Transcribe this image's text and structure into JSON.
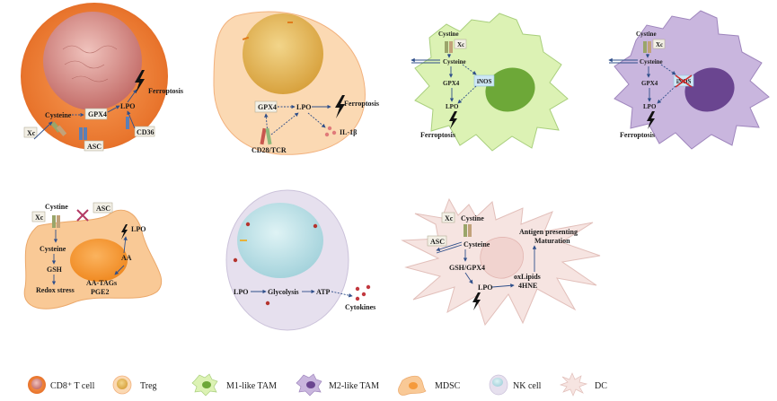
{
  "cd8": {
    "cysteine": "Cysteine",
    "gpx4": "GPX4",
    "lpo": "LPO",
    "ferroptosis": "Ferroptosis",
    "xc": "Xc",
    "asc": "ASC",
    "cd36": "CD36"
  },
  "treg": {
    "gpx4": "GPX4",
    "lpo": "LPO",
    "ferroptosis": "Ferroptosis",
    "il1b": "IL-1β",
    "cd28tcr": "CD28/TCR"
  },
  "m1": {
    "cystine": "Cystine",
    "xc": "Xc",
    "cysteine": "Cysteine",
    "gpx4": "GPX4",
    "inos": "iNOS",
    "lpo": "LPO",
    "ferroptosis": "Ferroptosis"
  },
  "m2": {
    "cystine": "Cystine",
    "xc": "Xc",
    "cysteine": "Cysteine",
    "gpx4": "GPX4",
    "inos": "iNOS",
    "lpo": "LPO",
    "ferroptosis": "Ferroptosis"
  },
  "mdsc": {
    "cystine": "Cystine",
    "xc": "Xc",
    "asc": "ASC",
    "lpo": "LPO",
    "cysteine": "Cysteine",
    "aa": "AA",
    "gsh": "GSH",
    "aatags": "AA-TAGs",
    "pge2": "PGE2",
    "redox": "Redox stress"
  },
  "nk": {
    "lpo": "LPO",
    "glycolysis": "Glycolysis",
    "atp": "ATP",
    "cytokines": "Cytokines"
  },
  "dc": {
    "xc": "Xc",
    "cystine": "Cystine",
    "asc": "ASC",
    "cysteine": "Cysteine",
    "antigen1": "Antigen presenting",
    "antigen2": "Maturation",
    "gshgpx4": "GSH/GPX4",
    "oxlipids": "oxLipids",
    "hne": "4HNE",
    "lpo": "LPO"
  },
  "legend": {
    "items": [
      {
        "label": "CD8⁺ T cell",
        "icon": "cd8-t-cell-icon"
      },
      {
        "label": "Treg",
        "icon": "treg-icon"
      },
      {
        "label": "M1-like TAM",
        "icon": "m1-tam-icon"
      },
      {
        "label": "M2-like TAM",
        "icon": "m2-tam-icon"
      },
      {
        "label": "MDSC",
        "icon": "mdsc-icon"
      },
      {
        "label": "NK cell",
        "icon": "nk-cell-icon"
      },
      {
        "label": "DC",
        "icon": "dc-icon"
      }
    ]
  },
  "colors": {
    "cd8_outer": "#e8742c",
    "cd8_nucleus": "#c97a76",
    "treg_fill": "#fbd9b3",
    "treg_nucleus": "#e6b65a",
    "m1_fill": "#dcf2b4",
    "m1_nucleus": "#6da838",
    "m2_fill": "#c9b6de",
    "m2_nucleus": "#6a4590",
    "mdsc_fill": "#f9c996",
    "mdsc_nucleus": "#f59a3b",
    "nk_fill": "#e6e0ee",
    "nk_nucleus": "#b9dfe6",
    "dc_fill": "#f6e4e1",
    "arrow": "#2f4f8a"
  }
}
